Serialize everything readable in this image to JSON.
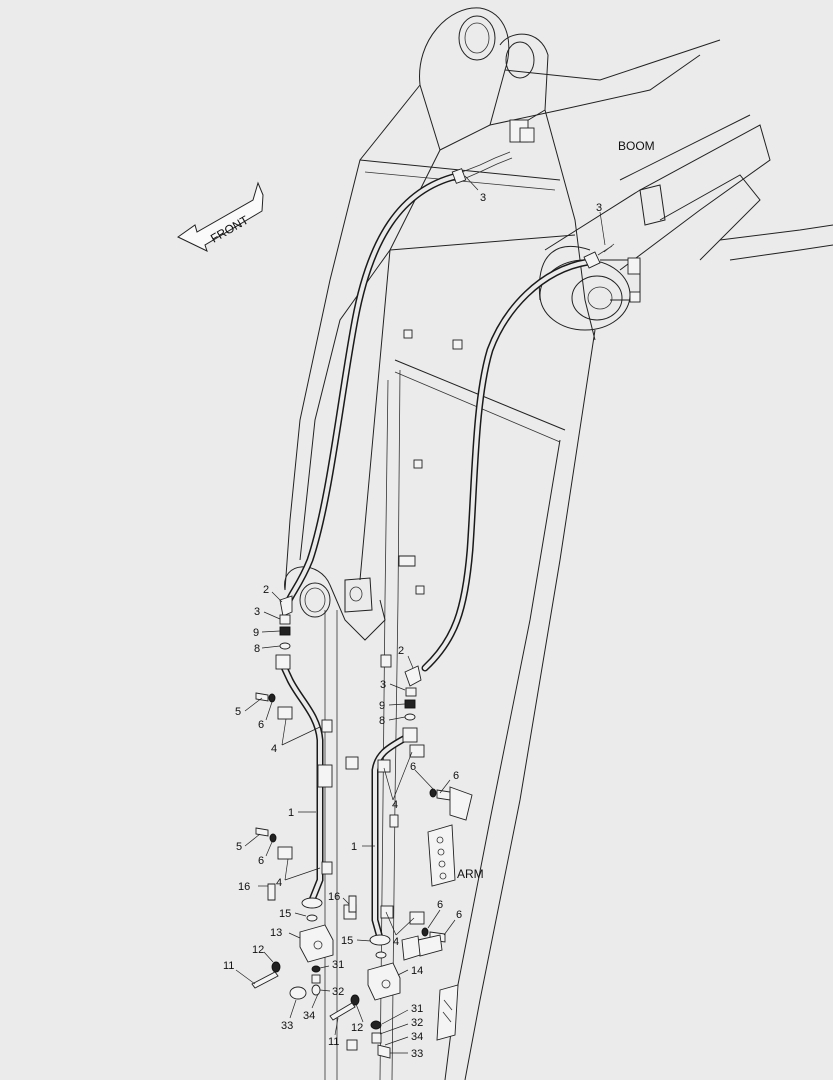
{
  "diagram": {
    "direction_label": "FRONT",
    "section_labels": {
      "boom": "BOOM",
      "arm": "ARM"
    },
    "callouts": {
      "c3_top": "3",
      "c3_right": "3",
      "c2_l": "2",
      "c3_l": "3",
      "c9_l": "9",
      "c8_l": "8",
      "c5_l1": "5",
      "c6_l1": "6",
      "c4_l1": "4",
      "c1_l": "1",
      "c5_l2": "5",
      "c6_l2": "6",
      "c16_l": "16",
      "c4_l2": "4",
      "c15_l": "15",
      "c13_l": "13",
      "c12_l": "12",
      "c11_l": "11",
      "c31_l": "31",
      "c32_l": "32",
      "c34_l": "34",
      "c33_l": "33",
      "c2_r": "2",
      "c3_r": "3",
      "c9_r": "9",
      "c8_r": "8",
      "c6_r1": "6",
      "c6_r2": "6",
      "c4_r1": "4",
      "c1_r": "1",
      "c16_r": "16",
      "c15_r": "15",
      "c4_r2": "4",
      "c6_r3": "6",
      "c6_r4": "6",
      "c14_r": "14",
      "c11_r": "11",
      "c12_r": "12",
      "c31_r": "31",
      "c32_r": "32",
      "c34_r": "34",
      "c33_r": "33"
    }
  }
}
